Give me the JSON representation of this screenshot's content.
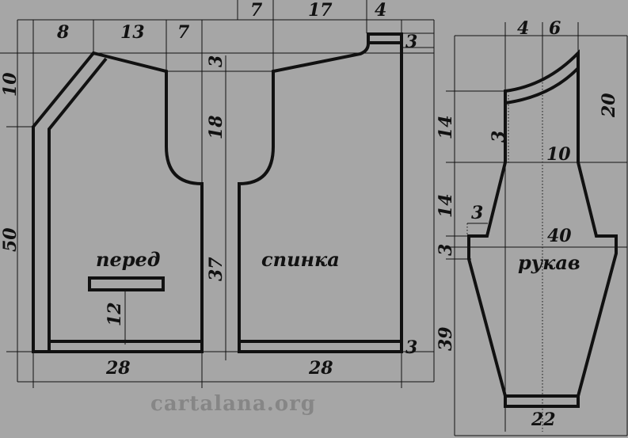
{
  "labels": {
    "front": "перед",
    "back": "спинка",
    "sleeve": "рукав",
    "watermark": "cartalana.org"
  },
  "dims": {
    "top_8": "8",
    "top_13": "13",
    "top_7a": "7",
    "top_7b": "7",
    "top_17": "17",
    "top_4": "4",
    "right_3_top": "3",
    "left_10": "10",
    "left_50": "50",
    "mid_3": "3",
    "mid_18": "18",
    "mid_37": "37",
    "pocket_12": "12",
    "bottom_28_front": "28",
    "bottom_28_back": "28",
    "right_3_bottom": "3",
    "sl_4": "4",
    "sl_6": "6",
    "sl_20": "20",
    "sl_14a": "14",
    "sl_3a": "3",
    "sl_10": "10",
    "sl_14b": "14",
    "sl_3b": "3",
    "sl_40": "40",
    "sl_3c": "3",
    "sl_39": "39",
    "sl_22": "22"
  }
}
